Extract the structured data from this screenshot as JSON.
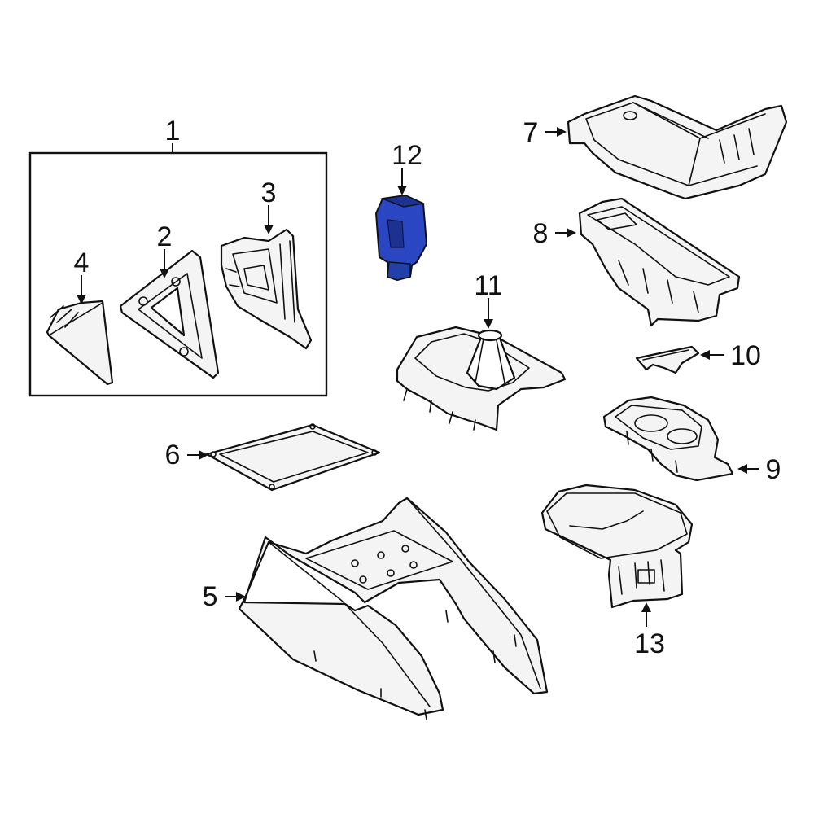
{
  "diagram": {
    "highlight_color": "#2a46c2",
    "outline_color": "#111111",
    "background_color": "#ffffff",
    "callouts": [
      "1",
      "2",
      "3",
      "4",
      "5",
      "6",
      "7",
      "8",
      "9",
      "10",
      "11",
      "12",
      "13"
    ],
    "highlighted_part": "12"
  }
}
